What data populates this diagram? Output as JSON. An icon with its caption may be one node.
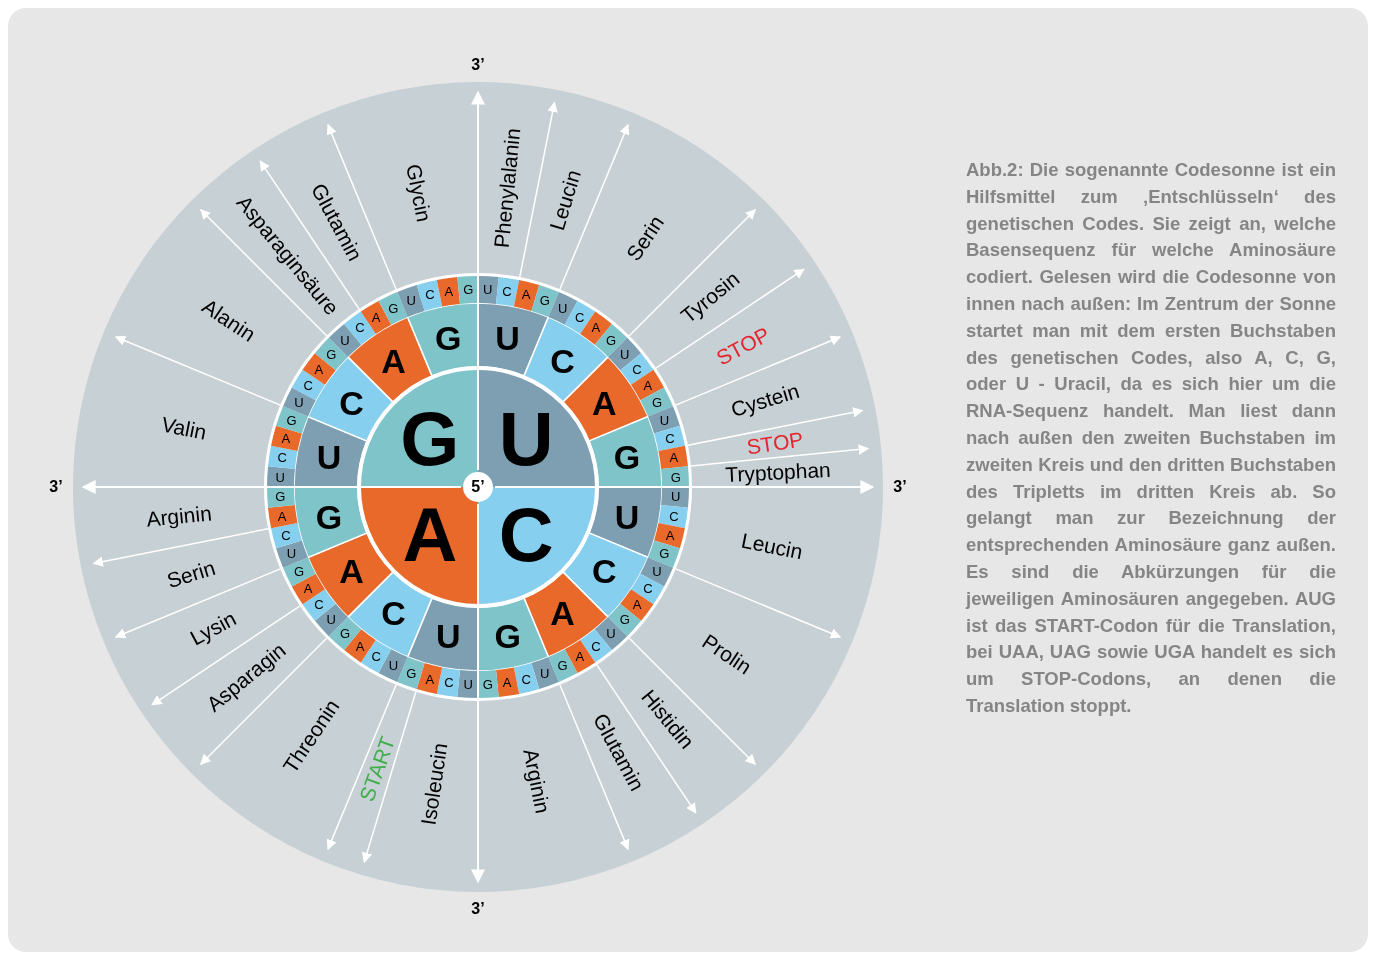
{
  "diagram": {
    "caption": "Abb.2: Die sogenannte Codesonne ist ein Hilfsmittel zum ‚Entschlüsseln‘ des genetischen Codes. Sie zeigt an, welche Basensequenz für welche Aminosäure codiert. Gelesen wird die Codesonne von innen nach außen: Im Zentrum der Sonne startet man mit dem ersten Buchstaben des genetischen Codes, also A, C, G, oder U - Uracil, da es sich hier um die RNA-Sequenz handelt. Man liest dann nach außen den zweiten Buchstaben im zweiten Kreis und den dritten Buchstaben des Tripletts im dritten Kreis ab. So gelangt man zur Bezeichnung der entsprechenden Aminosäure ganz außen. Es sind die Abkürzungen für die jeweiligen Aminosäuren angegeben. AUG ist das START-Codon für die Translation, bei UAA, UAG sowie UGA handelt es sich um STOP-Codons, an denen die Translation stoppt.",
    "nodes": [
      {
        "text": [
          "5’"
        ]
      },
      {
        "text": [
          "U"
        ]
      },
      {
        "text": [
          "C"
        ]
      },
      {
        "text": [
          "A"
        ]
      },
      {
        "text": [
          "G"
        ]
      },
      {
        "text": [
          "U"
        ]
      },
      {
        "text": [
          "C"
        ]
      },
      {
        "text": [
          "A"
        ]
      },
      {
        "text": [
          "G"
        ]
      },
      {
        "text": [
          "U"
        ]
      },
      {
        "text": [
          "C"
        ]
      },
      {
        "text": [
          "A"
        ]
      },
      {
        "text": [
          "G"
        ]
      },
      {
        "text": [
          "U"
        ]
      },
      {
        "text": [
          "C"
        ]
      },
      {
        "text": [
          "A"
        ]
      },
      {
        "text": [
          "G"
        ]
      },
      {
        "text": [
          "U"
        ]
      },
      {
        "text": [
          "C"
        ]
      },
      {
        "text": [
          "A"
        ]
      },
      {
        "text": [
          "G"
        ]
      },
      {
        "text": [
          "U"
        ]
      },
      {
        "text": [
          "C"
        ]
      },
      {
        "text": [
          "A"
        ]
      },
      {
        "text": [
          "G"
        ]
      },
      {
        "text": [
          "U"
        ]
      },
      {
        "text": [
          "C"
        ]
      },
      {
        "text": [
          "A"
        ]
      },
      {
        "text": [
          "G"
        ]
      },
      {
        "text": [
          "U"
        ]
      },
      {
        "text": [
          "C"
        ]
      },
      {
        "text": [
          "A"
        ]
      },
      {
        "text": [
          "G"
        ]
      },
      {
        "text": [
          "U"
        ]
      },
      {
        "text": [
          "C"
        ]
      },
      {
        "text": [
          "A"
        ]
      },
      {
        "text": [
          "G"
        ]
      },
      {
        "text": [
          "U"
        ]
      },
      {
        "text": [
          "C"
        ]
      },
      {
        "text": [
          "A"
        ]
      },
      {
        "text": [
          "G"
        ]
      },
      {
        "text": [
          "U"
        ]
      },
      {
        "text": [
          "C"
        ]
      },
      {
        "text": [
          "A"
        ]
      },
      {
        "text": [
          "G"
        ]
      },
      {
        "text": [
          "U"
        ]
      },
      {
        "text": [
          "C"
        ]
      },
      {
        "text": [
          "A"
        ]
      },
      {
        "text": [
          "G"
        ]
      },
      {
        "text": [
          "U"
        ]
      },
      {
        "text": [
          "C"
        ]
      },
      {
        "text": [
          "A"
        ]
      },
      {
        "text": [
          "G"
        ]
      },
      {
        "text": [
          "U"
        ]
      },
      {
        "text": [
          "C"
        ]
      },
      {
        "text": [
          "A"
        ]
      },
      {
        "text": [
          "G"
        ]
      },
      {
        "text": [
          "U"
        ]
      },
      {
        "text": [
          "C"
        ]
      },
      {
        "text": [
          "A"
        ]
      },
      {
        "text": [
          "G"
        ]
      },
      {
        "text": [
          "U"
        ]
      },
      {
        "text": [
          "C"
        ]
      },
      {
        "text": [
          "A"
        ]
      },
      {
        "text": [
          "G"
        ]
      },
      {
        "text": [
          "U"
        ]
      },
      {
        "text": [
          "C"
        ]
      },
      {
        "text": [
          "A"
        ]
      },
      {
        "text": [
          "G"
        ]
      },
      {
        "text": [
          "U"
        ]
      },
      {
        "text": [
          "C"
        ]
      },
      {
        "text": [
          "A"
        ]
      },
      {
        "text": [
          "G"
        ]
      },
      {
        "text": [
          "U"
        ]
      },
      {
        "text": [
          "C"
        ]
      },
      {
        "text": [
          "A"
        ]
      },
      {
        "text": [
          "G"
        ]
      },
      {
        "text": [
          "U"
        ]
      },
      {
        "text": [
          "C"
        ]
      },
      {
        "text": [
          "A"
        ]
      },
      {
        "text": [
          "G"
        ]
      },
      {
        "text": [
          "U"
        ]
      },
      {
        "text": [
          "C"
        ]
      },
      {
        "text": [
          "A"
        ]
      },
      {
        "text": [
          "G"
        ]
      }
    ],
    "labels": [
      "3’",
      "Phenylalanin",
      "Leucin",
      "Serin",
      "Tyrosin",
      "STOP",
      "Cystein",
      "STOP",
      "Tryptophan",
      "3’",
      "Leucin",
      "Prolin",
      "Histidin",
      "Glutamin",
      "Arginin",
      "3’",
      "Isoleucin",
      "START",
      "Threonin",
      "Asparagin",
      "Lysin",
      "Serin",
      "Arginin",
      "3’",
      "Valin",
      "Alanin",
      "Asparaginsäure",
      "Glutamin",
      "Glycin"
    ]
  }
}
